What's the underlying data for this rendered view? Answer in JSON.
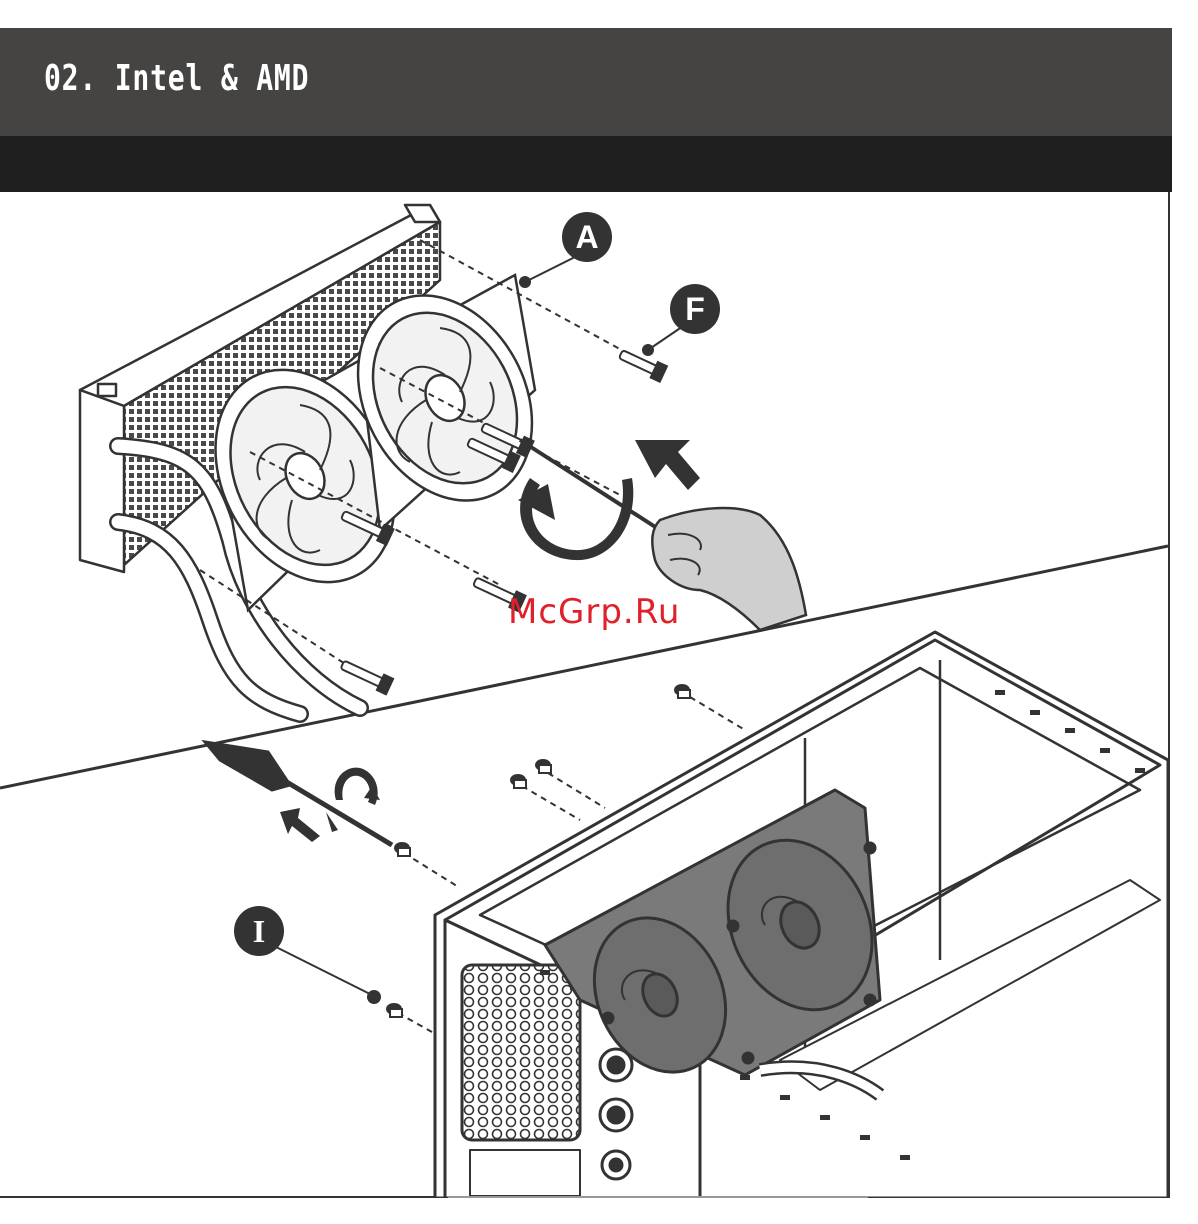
{
  "header": {
    "title": "02. Intel & AMD"
  },
  "callouts": {
    "a": "A",
    "f": "F",
    "i": "I"
  },
  "watermark": {
    "text": "McGrp.Ru"
  },
  "colors": {
    "header_bg": "#454443",
    "subbar_bg": "#1e1e1e",
    "line": "#333333",
    "watermark": "#e0202a"
  },
  "icons": {
    "rotate": "rotate-arrow-icon",
    "push": "push-arrow-icon"
  }
}
